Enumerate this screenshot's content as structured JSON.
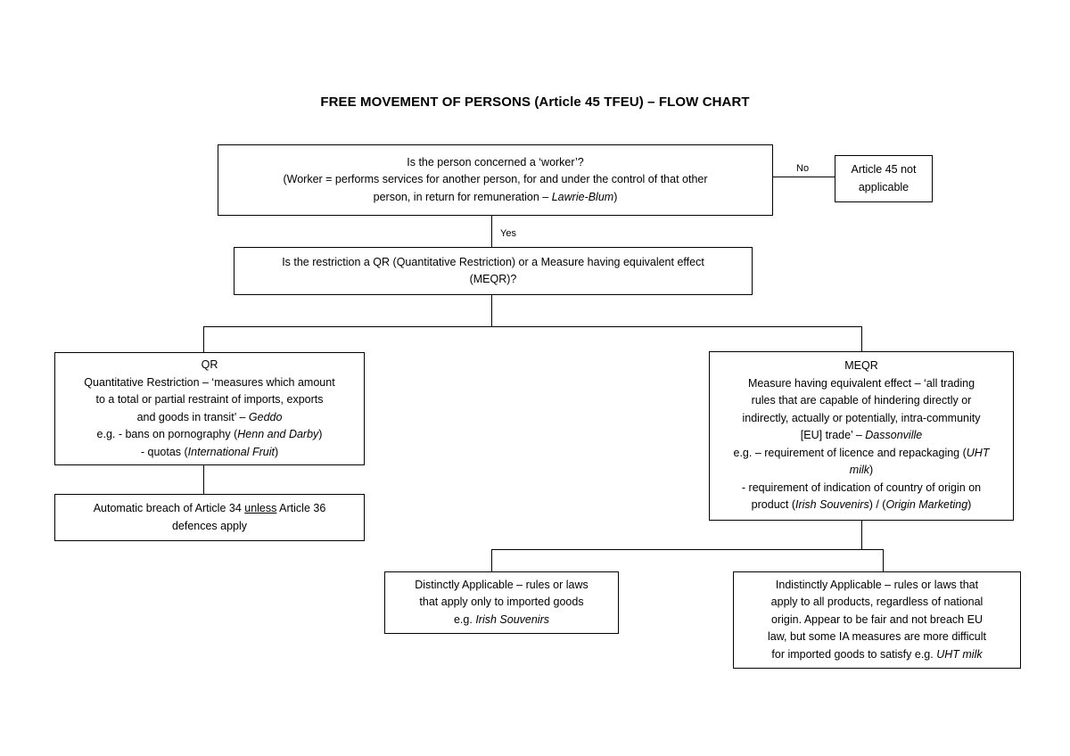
{
  "title": "FREE MOVEMENT OF PERSONS (Article 45 TFEU) – FLOW CHART",
  "worker_box": {
    "line1": "Is the person concerned a ‘worker’?",
    "line2": "(Worker = performs services for another person, for and under the control of that other",
    "line3_text": "person, in return for remuneration – ",
    "line3_case": "Lawrie-Blum",
    "line3_end": ")"
  },
  "no_label": "No",
  "yes_label": "Yes",
  "not_applicable_box": {
    "line1": "Article 45 not",
    "line2": "applicable"
  },
  "restriction_box": {
    "line1": "Is the restriction a QR (Quantitative Restriction) or a Measure having equivalent effect",
    "line2": "(MEQR)?"
  },
  "qr_box": {
    "heading": "QR",
    "line1": "Quantitative Restriction – ‘measures which amount",
    "line2": "to a total or partial restraint of imports, exports",
    "line3_text": "and goods in transit’ – ",
    "line3_case": "Geddo",
    "line4_text": "e.g. - bans on pornography (",
    "line4_case": "Henn and Darby",
    "line4_end": ")",
    "line5_text": "- quotas (",
    "line5_case": "International Fruit",
    "line5_end": ")"
  },
  "breach_box": {
    "line1_a": "Automatic breach of Article 34 ",
    "line1_u": "unless",
    "line1_b": " Article 36",
    "line2": "defences apply"
  },
  "meqr_box": {
    "heading": "MEQR",
    "line1": "Measure having equivalent effect – ‘all trading",
    "line2": "rules that are capable of hindering directly or",
    "line3": "indirectly, actually or potentially, intra-community",
    "line4_text": "[EU] trade’ – ",
    "line4_case": "Dassonville",
    "line5_text": "e.g. – requirement of licence and repackaging (",
    "line5_case": "UHT",
    "line6_case": "milk",
    "line6_end": ")",
    "line7": "- requirement of indication of country of origin on",
    "line8_text": "product (",
    "line8_case1": "Irish Souvenirs",
    "line8_mid": ") / (",
    "line8_case2": "Origin Marketing",
    "line8_end": ")"
  },
  "distinct_box": {
    "line1": "Distinctly Applicable – rules or laws",
    "line2": "that apply only to imported goods",
    "line3_text": "e.g. ",
    "line3_case": "Irish Souvenirs"
  },
  "indistinct_box": {
    "line1": "Indistinctly Applicable – rules or laws that",
    "line2": "apply to all products, regardless of national",
    "line3": "origin. Appear to be fair and not breach EU",
    "line4": "law, but some IA measures are more difficult",
    "line5_text": "for imported goods to satisfy e.g. ",
    "line5_case": "UHT milk"
  }
}
